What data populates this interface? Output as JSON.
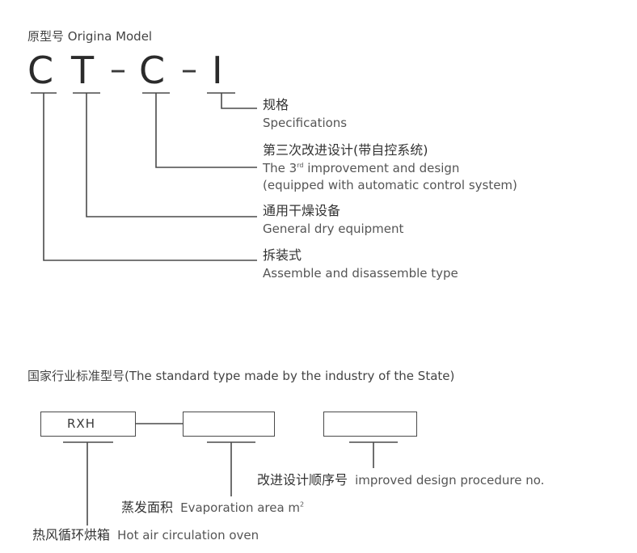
{
  "original": {
    "header": "原型号 Origina Model",
    "code": {
      "c1": "C",
      "t": "T",
      "d1": "–",
      "c2": "C",
      "d2": "–",
      "i": "I"
    },
    "items": [
      {
        "cn": "规格",
        "en": "Specifications"
      },
      {
        "cn": "第三次改进设计(带自控系统)",
        "en_pre": "The 3",
        "en_sup": "rd",
        "en_post": " improvement and design",
        "en2": "(equipped with automatic control system)"
      },
      {
        "cn": "通用干燥设备",
        "en": "General dry equipment"
      },
      {
        "cn": "拆装式",
        "en": "Assemble and disassemble type"
      }
    ]
  },
  "standard": {
    "header": "国家行业标准型号(The standard type made by the industry of the State)",
    "box1_label": "RXH",
    "items": [
      {
        "cn": "改进设计顺序号",
        "en": "improved design procedure no."
      },
      {
        "cn": "蒸发面积",
        "en_pre": "Evaporation area m",
        "en_sup": "2"
      },
      {
        "cn": "热风循环烘箱",
        "en": "Hot air circulation oven"
      }
    ]
  }
}
